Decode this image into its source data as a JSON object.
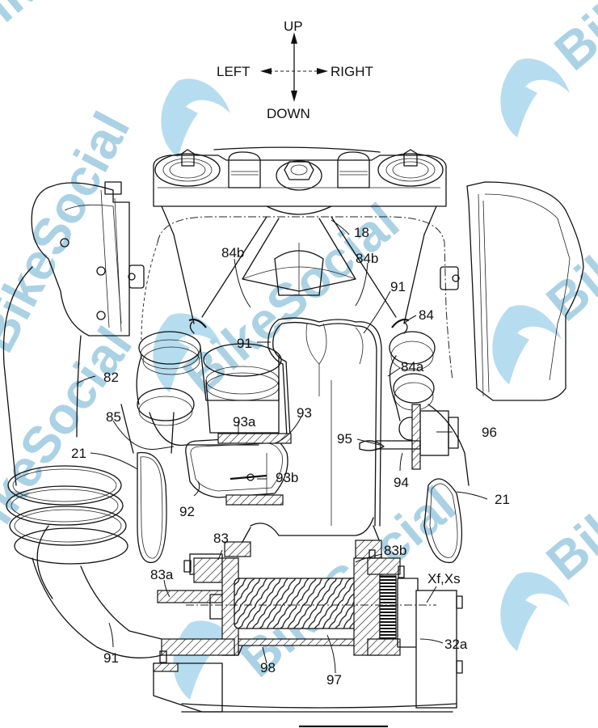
{
  "figure": {
    "type": "patent-style engine line drawing (front view)",
    "orientation_compass": {
      "up": "UP",
      "down": "DOWN",
      "left": "LEFT",
      "right": "RIGHT"
    },
    "reference_labels": [
      {
        "id": "lbl-18",
        "text": "18"
      },
      {
        "id": "lbl-84b-left",
        "text": "84b"
      },
      {
        "id": "lbl-84b-right",
        "text": "84b"
      },
      {
        "id": "lbl-91-top-right",
        "text": "91"
      },
      {
        "id": "lbl-84",
        "text": "84"
      },
      {
        "id": "lbl-91-center",
        "text": "91"
      },
      {
        "id": "lbl-84a",
        "text": "84a"
      },
      {
        "id": "lbl-82",
        "text": "82"
      },
      {
        "id": "lbl-85",
        "text": "85"
      },
      {
        "id": "lbl-93a",
        "text": "93a"
      },
      {
        "id": "lbl-93",
        "text": "93"
      },
      {
        "id": "lbl-95",
        "text": "95"
      },
      {
        "id": "lbl-96",
        "text": "96"
      },
      {
        "id": "lbl-21-left",
        "text": "21"
      },
      {
        "id": "lbl-93b",
        "text": "93b"
      },
      {
        "id": "lbl-92",
        "text": "92"
      },
      {
        "id": "lbl-94",
        "text": "94"
      },
      {
        "id": "lbl-21-right",
        "text": "21"
      },
      {
        "id": "lbl-83",
        "text": "83"
      },
      {
        "id": "lbl-83b",
        "text": "83b"
      },
      {
        "id": "lbl-83a",
        "text": "83a"
      },
      {
        "id": "lbl-xfxs",
        "text": "Xf,Xs"
      },
      {
        "id": "lbl-32a",
        "text": "32a"
      },
      {
        "id": "lbl-91-bottom-left",
        "text": "91"
      },
      {
        "id": "lbl-98",
        "text": "98"
      },
      {
        "id": "lbl-97",
        "text": "97"
      }
    ]
  },
  "watermark": {
    "text": "BikeSocial",
    "color": "#8fc3dc",
    "logo_icon": "swoosh-logo-icon"
  },
  "colors": {
    "line": "#111111",
    "background": "#ffffff",
    "watermark": "#a9d6ec"
  }
}
